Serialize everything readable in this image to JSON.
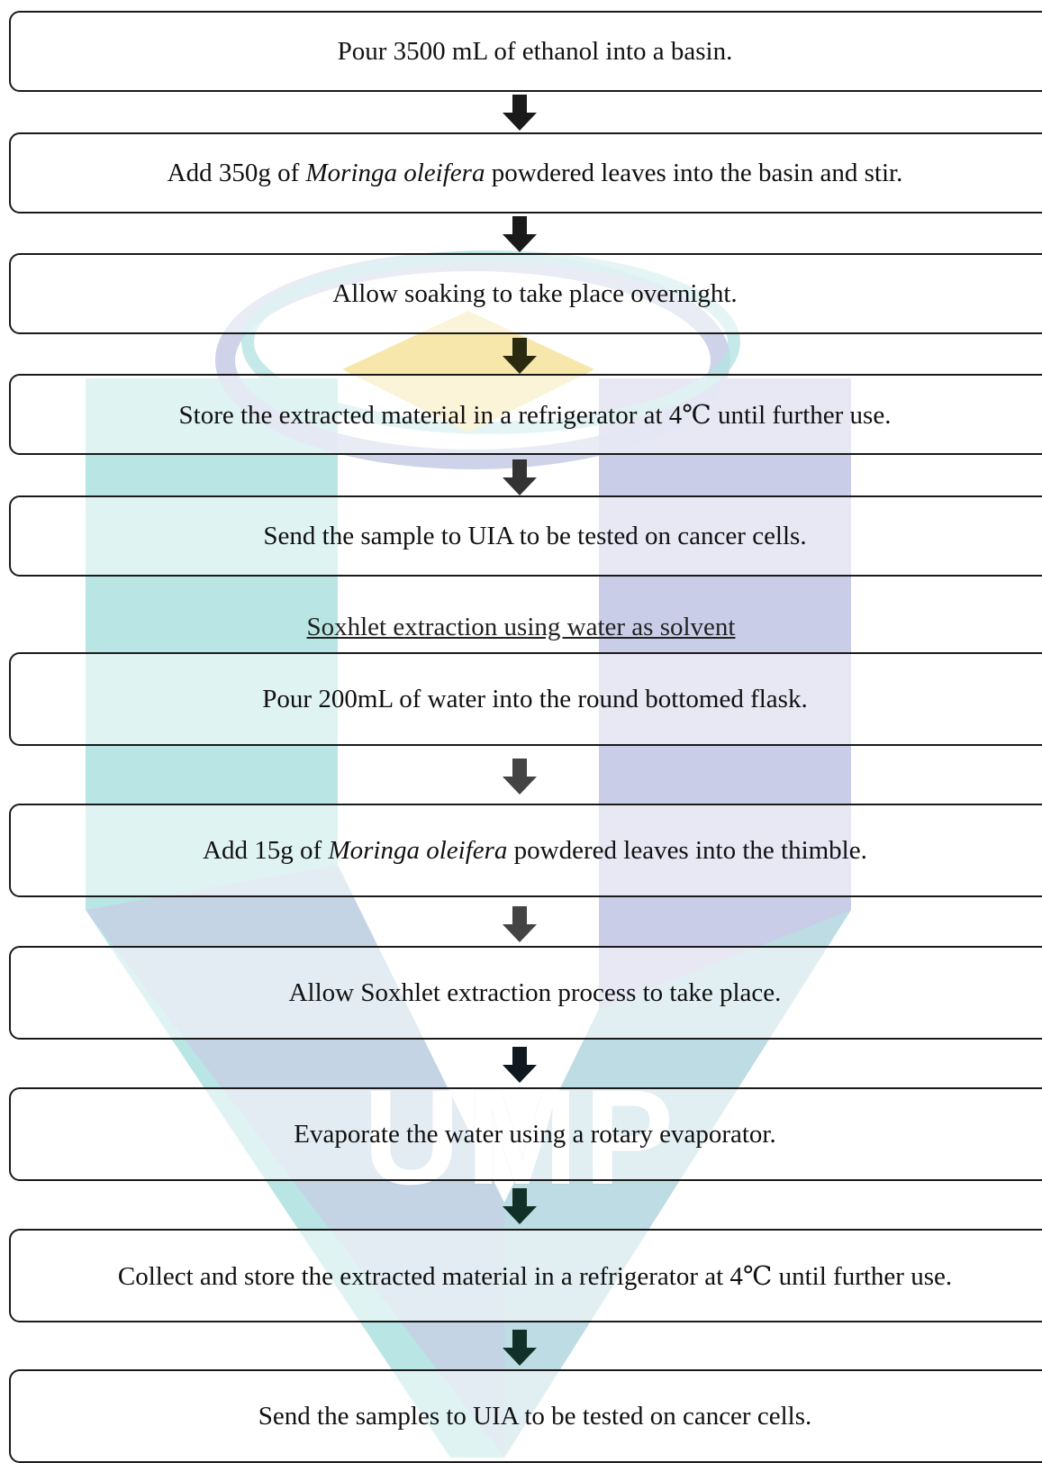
{
  "watermark": {
    "text": "UMP"
  },
  "steps_ethanol": [
    {
      "text": "Pour 3500 mL of ethanol into a basin."
    },
    {
      "pre": "Add 350g of ",
      "italic": "Moringa oleifera",
      "post": " powdered leaves into the basin and stir."
    },
    {
      "text": "Allow soaking to take place overnight."
    },
    {
      "text": "Store the extracted material in a refrigerator at 4℃ until further use."
    },
    {
      "text": "Send the sample to UIA to be tested on cancer cells."
    }
  ],
  "section_heading": "Soxhlet extraction using water as solvent",
  "steps_water": [
    {
      "text": "Pour 200mL of water into the round bottomed flask."
    },
    {
      "pre": "Add 15g of ",
      "italic": "Moringa oleifera",
      "post": " powdered leaves into the thimble."
    },
    {
      "text": "Allow Soxhlet extraction process to take place."
    },
    {
      "text": "Evaporate the water using a rotary evaporator."
    },
    {
      "text": "Collect and store the extracted material in a refrigerator at 4℃ until further use."
    },
    {
      "text": "Send the samples to UIA to be tested on cancer cells."
    }
  ],
  "colors": {
    "watermark_teal": "#b3e2e2",
    "watermark_blue": "#c3c8e4",
    "watermark_gold": "#f7e6a6",
    "border": "#1a1a1a",
    "arrow": "#1a1a1a"
  }
}
